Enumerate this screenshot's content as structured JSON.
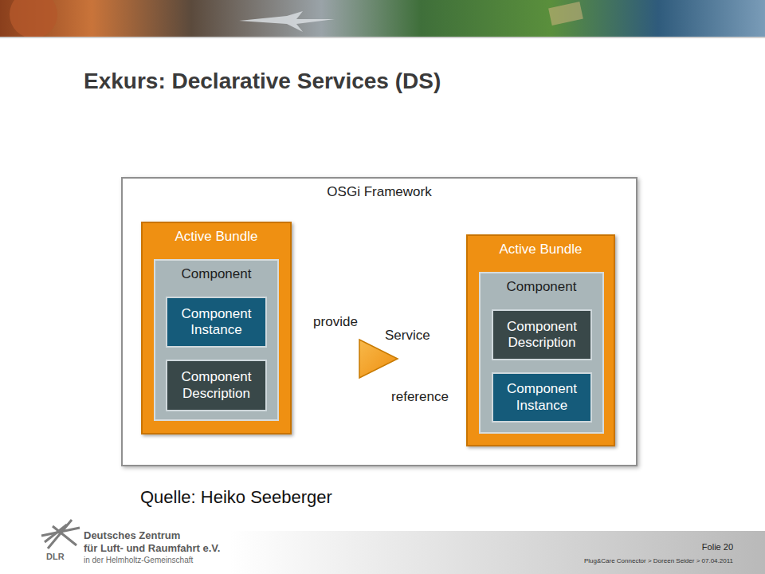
{
  "diagram": {
    "title": "Exkurs: Declarative Services (DS)",
    "caption": "Quelle: Heiko Seeberger",
    "nodes": [
      {
        "text": [
          "OSGi Framework"
        ]
      },
      {
        "text": [
          "Active Bundle"
        ],
        "in": 0
      },
      {
        "text": [
          "Component"
        ],
        "in": 1
      },
      {
        "text": [
          "Component Instance"
        ],
        "in": 2
      },
      {
        "text": [
          "Component Description"
        ],
        "in": 2
      },
      {
        "text": [
          "Service"
        ],
        "in": 0
      },
      {
        "text": [
          "Active Bundle"
        ],
        "in": 0
      },
      {
        "text": [
          "Component"
        ],
        "in": 6
      },
      {
        "text": [
          "Component Description"
        ],
        "in": 7
      },
      {
        "text": [
          "Component Instance"
        ],
        "in": 7
      }
    ],
    "edges": [
      {
        "from": 3,
        "to": 5,
        "label": "provide",
        "arrow": "none"
      },
      {
        "from": 5,
        "to": 9,
        "label": "reference",
        "arrow": "none"
      }
    ],
    "labels": [
      "Deutsches Zentrum",
      "für Luft- und Raumfahrt e.V.",
      "in der Helmholtz-Gemeinschaft",
      "DLR",
      "Folie 20",
      "Plug&Care Connector > Doreen Seider > 07.04.2011"
    ]
  }
}
